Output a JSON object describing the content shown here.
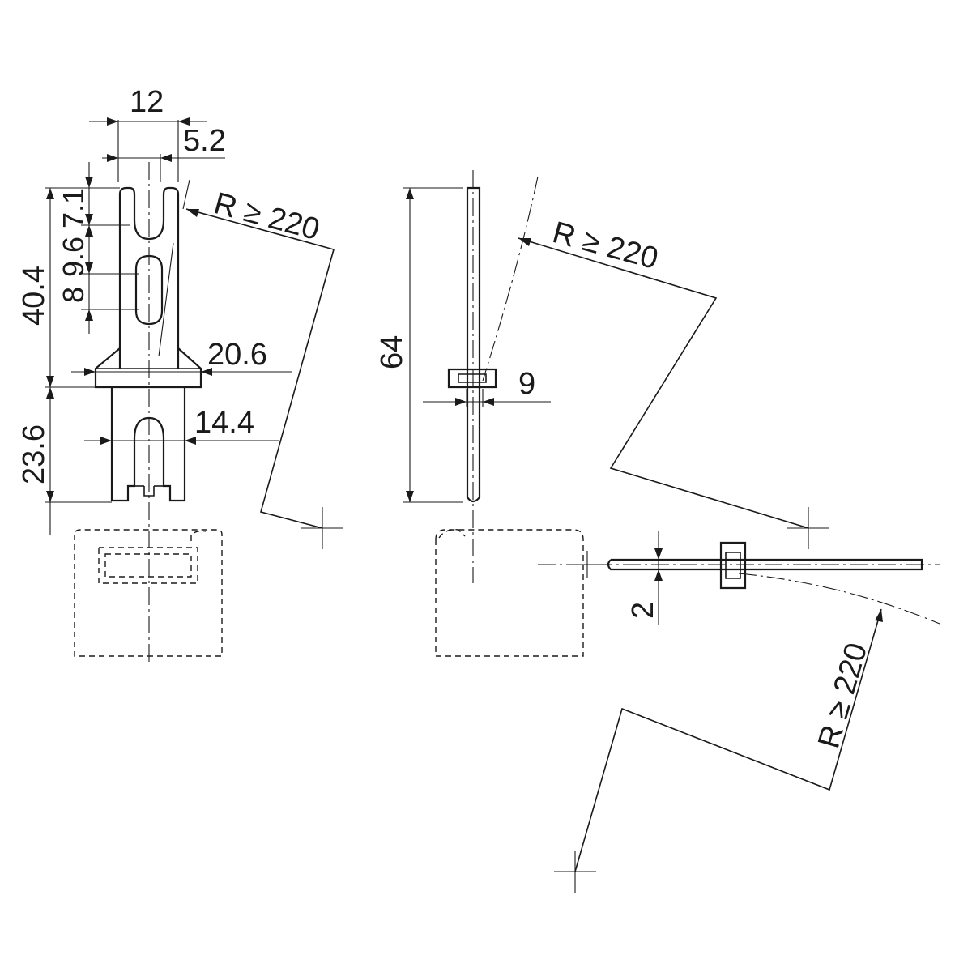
{
  "colors": {
    "ink": "#1a1a1a",
    "background": "#ffffff"
  },
  "dimensions": {
    "width_12": "12",
    "width_5_2": "5.2",
    "height_7_1": "7.1",
    "height_9_6": "9.6",
    "height_8": "8",
    "height_40_4": "40.4",
    "width_20_6": "20.6",
    "width_14_4": "14.4",
    "height_23_6": "23.6",
    "height_64": "64",
    "width_9": "9",
    "thickness_2": "2"
  },
  "radius_notes": {
    "front_view": "R ≥ 220",
    "side_view": "R ≥ 220",
    "bottom_view": "R ≥ 220"
  }
}
